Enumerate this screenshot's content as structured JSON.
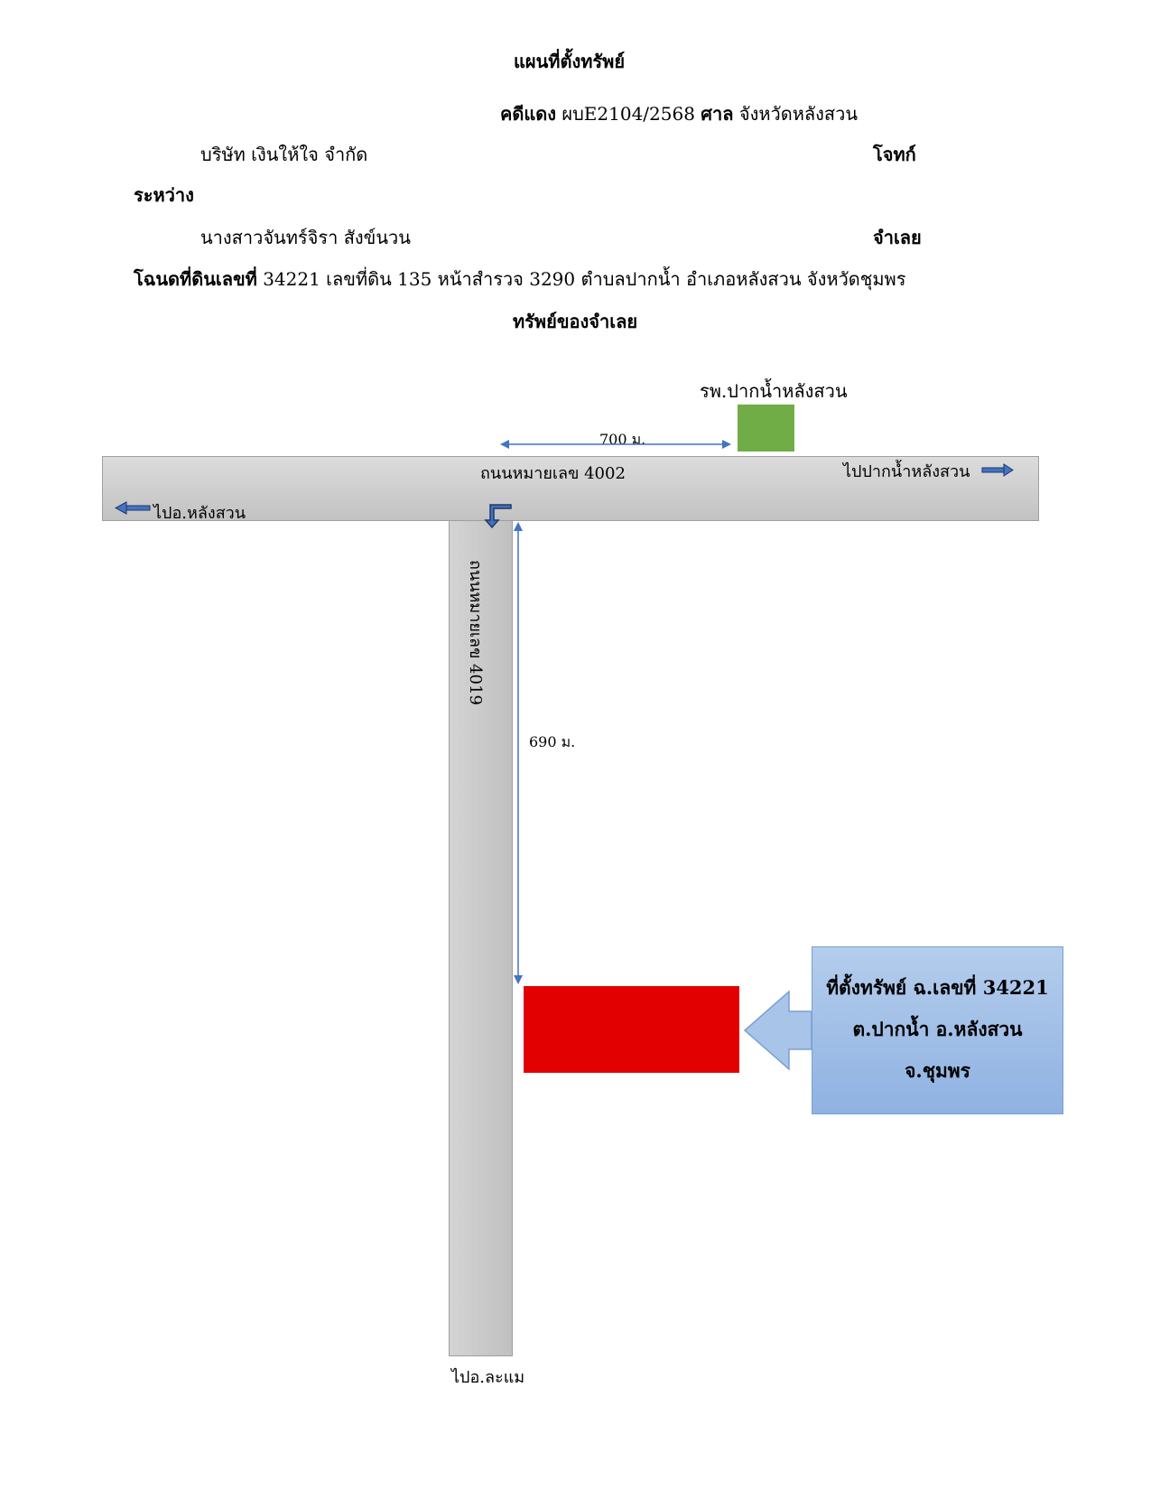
{
  "header": {
    "title": "แผนที่ตั้งทรัพย์",
    "case_label": "คดีแดง",
    "case_number": "ผบE2104/2568",
    "court_label": "ศาล",
    "court_name": "จังหวัดหลังสวน"
  },
  "parties": {
    "plaintiff_name": "บริษัท เงินให้ใจ จำกัด",
    "plaintiff_role": "โจทก์",
    "between": "ระหว่าง",
    "defendant_name": "นางสาวจันทร์จิรา สังข์นวน",
    "defendant_role": "จำเลย"
  },
  "deed": {
    "label": "โฉนดที่ดินเลขที่",
    "details": "34221 เลขที่ดิน 135 หน้าสำรวจ 3290 ตำบลปากน้ำ อำเภอหลังสวน จังหวัดชุมพร"
  },
  "section_title": "ทรัพย์ของจำเลย",
  "map": {
    "hospital_label": "รพ.ปากน้ำหลังสวน",
    "distance_horizontal": "700 ม.",
    "road_horizontal_label": "ถนนหมายเลข 4002",
    "to_right_label": "ไปปากน้ำหลังสวน",
    "to_left_label": "ไปอ.หลังสวน",
    "road_vertical_label": "ถนนหมายเลข 4019",
    "distance_vertical": "690 ม.",
    "to_bottom_label": "ไปอ.ละแม",
    "callout_lines": [
      "ที่ตั้งทรัพย์ ฉ.เลขที่ 34221",
      "ต.ปากน้ำ อ.หลังสวน",
      "จ.ชุมพร"
    ],
    "colors": {
      "hospital": "#70ad47",
      "property": "#e30000",
      "arrow": "#4472c4",
      "road": "#c8c8c8",
      "callout": "#9dbde6",
      "direction_arrow": "#203864"
    }
  }
}
